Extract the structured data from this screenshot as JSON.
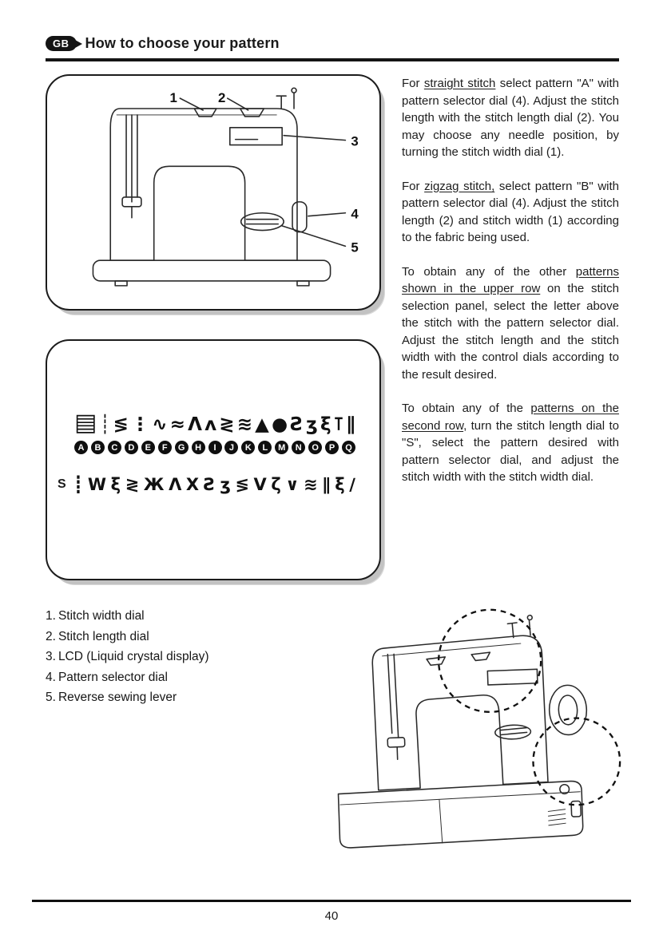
{
  "page": {
    "header": {
      "badge": "GB",
      "title": "How to choose your pattern"
    },
    "page_number": "40"
  },
  "top_diagram": {
    "callouts": [
      "1",
      "2",
      "3",
      "4",
      "5"
    ]
  },
  "stitch_panel": {
    "row1_symbols": [
      "▤",
      "┊",
      "≶",
      "⋮",
      "∿",
      "≈",
      "Λ",
      "ʌ",
      "≷",
      "≋",
      "▲",
      "●",
      "Ƨ",
      "ʒ",
      "ξ",
      "⊺",
      "∥"
    ],
    "letters": [
      "A",
      "B",
      "C",
      "D",
      "E",
      "F",
      "G",
      "H",
      "I",
      "J",
      "K",
      "L",
      "M",
      "N",
      "O",
      "P",
      "Q"
    ],
    "s_label": "S",
    "row2_symbols": [
      "┋",
      "W",
      "ξ",
      "≷",
      "Ж",
      "Λ",
      "X",
      "Ƨ",
      "ʒ",
      "≶",
      "V",
      "ζ",
      "∨",
      "≋",
      "∥",
      "ξ",
      "∕"
    ]
  },
  "instructions": {
    "paragraphs": [
      {
        "pre": "For ",
        "u": "straight stitch",
        "post": " select pattern \"A\" with pattern selector dial (4). Adjust the stitch length with the stitch length dial (2). You may choose any needle position, by turning the stitch width dial (1)."
      },
      {
        "pre": "For ",
        "u": "zigzag stitch,",
        "post": " select pattern \"B\" with pattern selector dial (4). Adjust the stitch length (2) and stitch width (1) according to the fabric being used."
      },
      {
        "pre": "To obtain any of the other ",
        "u": "patterns shown in the upper row",
        "post": " on the stitch selection panel, select the letter above the stitch with the pattern selector dial. Adjust the stitch length and the stitch width with the control dials according to the result desired."
      },
      {
        "pre": "To obtain any of the ",
        "u": "patterns on the second row",
        "post": ", turn the stitch length dial to \"S\", select the pattern desired with pattern selector dial, and adjust the stitch width with the stitch width dial."
      }
    ]
  },
  "legend": {
    "items": [
      {
        "num": "1.",
        "label": "Stitch width dial"
      },
      {
        "num": "2.",
        "label": "Stitch length dial"
      },
      {
        "num": "3.",
        "label": "LCD (Liquid crystal display)"
      },
      {
        "num": "4.",
        "label": "Pattern selector dial"
      },
      {
        "num": "5.",
        "label": "Reverse sewing lever"
      }
    ]
  }
}
